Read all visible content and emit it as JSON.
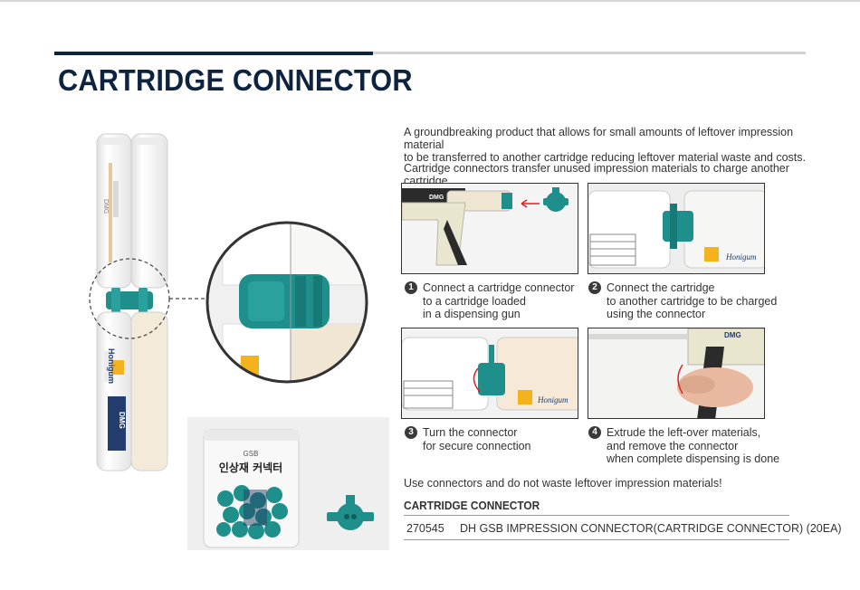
{
  "header": {
    "title": "CARTRIDGE CONNECTOR"
  },
  "intro": {
    "line1": "A groundbreaking product that allows for small amounts of leftover impression material",
    "line2": "to be transferred to another cartridge reducing leftover material waste and costs.",
    "paragraph2": "Cartridge connectors transfer unused impression materials to charge another cartridge."
  },
  "steps": [
    {
      "number": "1",
      "lines": [
        "Connect a cartridge connector",
        "to a cartridge loaded",
        "in a dispensing gun"
      ]
    },
    {
      "number": "2",
      "lines": [
        "Connect the cartridge",
        "to another cartridge to be charged",
        "using the connector"
      ]
    },
    {
      "number": "3",
      "lines": [
        "Turn the connector",
        "for secure connection"
      ]
    },
    {
      "number": "4",
      "lines": [
        "Extrude the left-over materials,",
        "and remove the connector",
        "when complete dispensing is done"
      ]
    }
  ],
  "product_labels": {
    "brand": "DMG",
    "product": "Honigum",
    "package": "인상재 커넥터",
    "package_brand": "GSB"
  },
  "closing": "Use connectors and do not waste leftover impression materials!",
  "spec": {
    "title": "CARTRIDGE CONNECTOR",
    "rows": [
      {
        "code": "270545",
        "description": "DH GSB IMPRESSION CONNECTOR(CARTRIDGE CONNECTOR) (20EA)"
      }
    ]
  },
  "colors": {
    "title": "#0e2340",
    "connector": "#1f8f8c",
    "cartridge": "#f5f5f2",
    "paste": "#f0e2cc"
  }
}
